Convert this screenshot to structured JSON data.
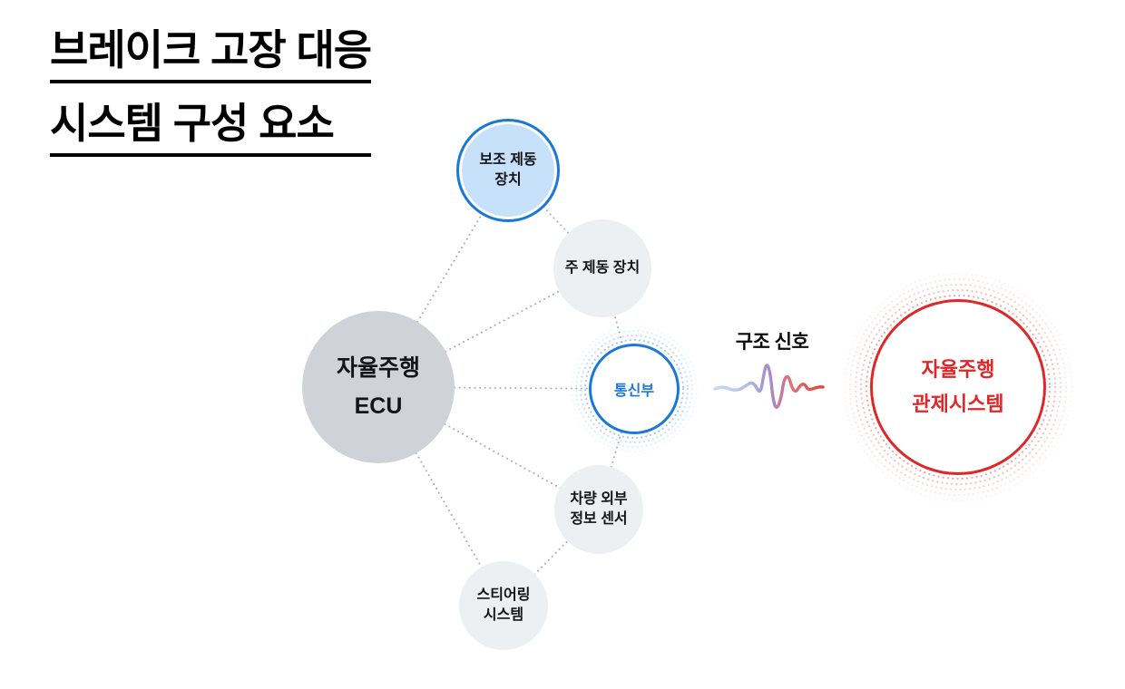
{
  "title": {
    "line1": "브레이크 고장 대응",
    "line2": "시스템 구성 요소"
  },
  "nodes": {
    "ecu": {
      "line1": "자율주행",
      "line2": "ECU"
    },
    "aux_brake": {
      "line1": "보조 제동",
      "line2": "장치"
    },
    "main_brake": {
      "line1": "주 제동 장치"
    },
    "comm": {
      "line1": "통신부"
    },
    "ext_sensor": {
      "line1": "차량 외부",
      "line2": "정보 센서"
    },
    "steering": {
      "line1": "스티어링",
      "line2": "시스템"
    },
    "control": {
      "line1": "자율주행",
      "line2": "관제시스템"
    }
  },
  "signal": {
    "label": "구조 신호"
  },
  "edges": [
    {
      "from": "ecu",
      "to": "aux_brake",
      "style": "dotted"
    },
    {
      "from": "ecu",
      "to": "main_brake",
      "style": "dotted"
    },
    {
      "from": "ecu",
      "to": "comm",
      "style": "dotted"
    },
    {
      "from": "ecu",
      "to": "ext_sensor",
      "style": "dotted"
    },
    {
      "from": "ecu",
      "to": "steering",
      "style": "dotted"
    },
    {
      "from": "aux_brake",
      "to": "main_brake",
      "style": "dotted"
    },
    {
      "from": "main_brake",
      "to": "comm",
      "style": "dotted"
    },
    {
      "from": "comm",
      "to": "ext_sensor",
      "style": "dotted"
    },
    {
      "from": "ext_sensor",
      "to": "steering",
      "style": "dotted"
    },
    {
      "from": "comm",
      "to": "control",
      "style": "gradient-waveform"
    }
  ],
  "colors": {
    "accent_blue": "#1B78DB",
    "light_blue_fill": "#C8E1FA",
    "node_gray": "#EDF0F3",
    "ecu_gray": "#CFD3D9",
    "accent_red": "#E02728",
    "connector_gray": "#ABAFB5",
    "text_dark": "#121418",
    "wave_blue": "#C7DBF4",
    "wave_purple": "#A195D5",
    "wave_red": "#E2423A"
  }
}
